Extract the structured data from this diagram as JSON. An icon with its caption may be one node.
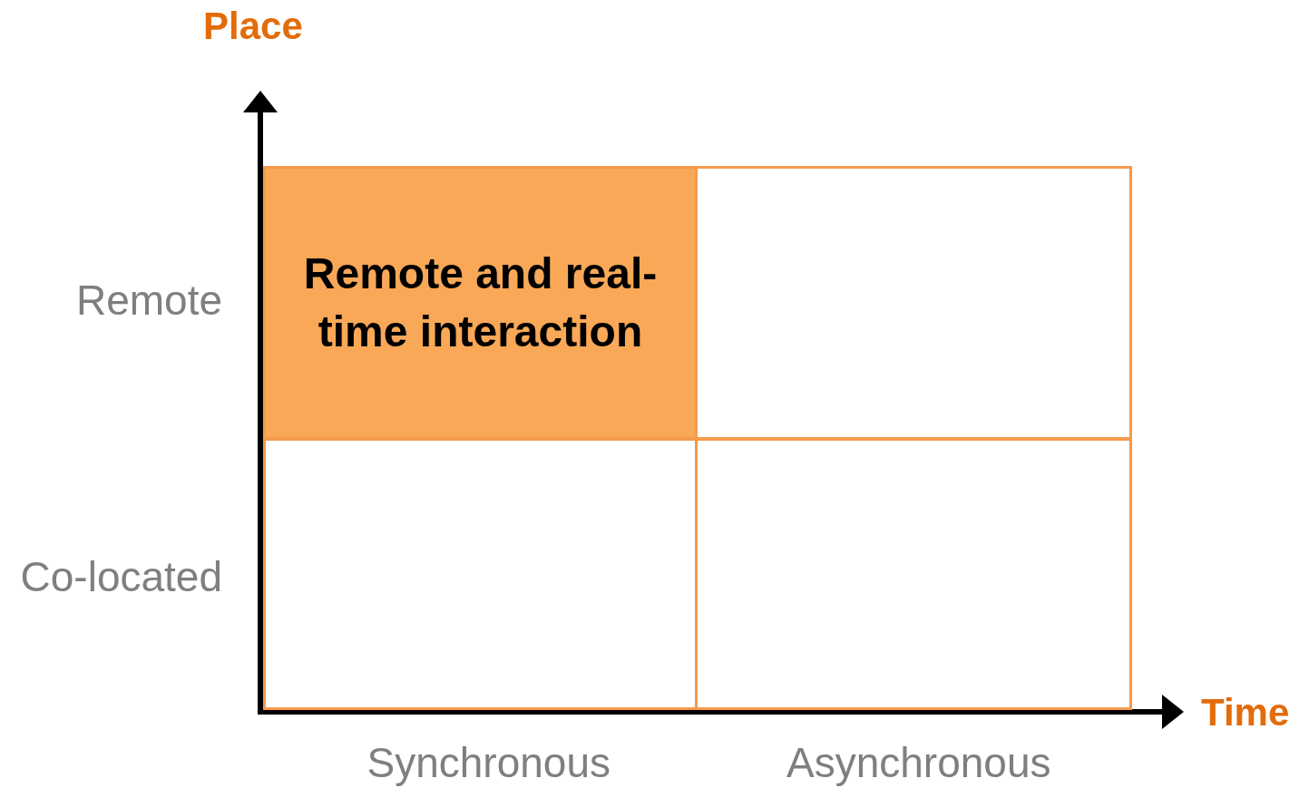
{
  "diagram": {
    "nodes": [
      {
        "text": [
          "Remote and real-time interaction"
        ]
      },
      {
        "text": [],
        "shape": "box"
      },
      {
        "text": [],
        "shape": "box"
      },
      {
        "text": [],
        "shape": "box"
      }
    ],
    "labels": [
      "Place",
      "Remote",
      "Co-located",
      "Time",
      "Synchronous",
      "Asynchronous"
    ]
  }
}
